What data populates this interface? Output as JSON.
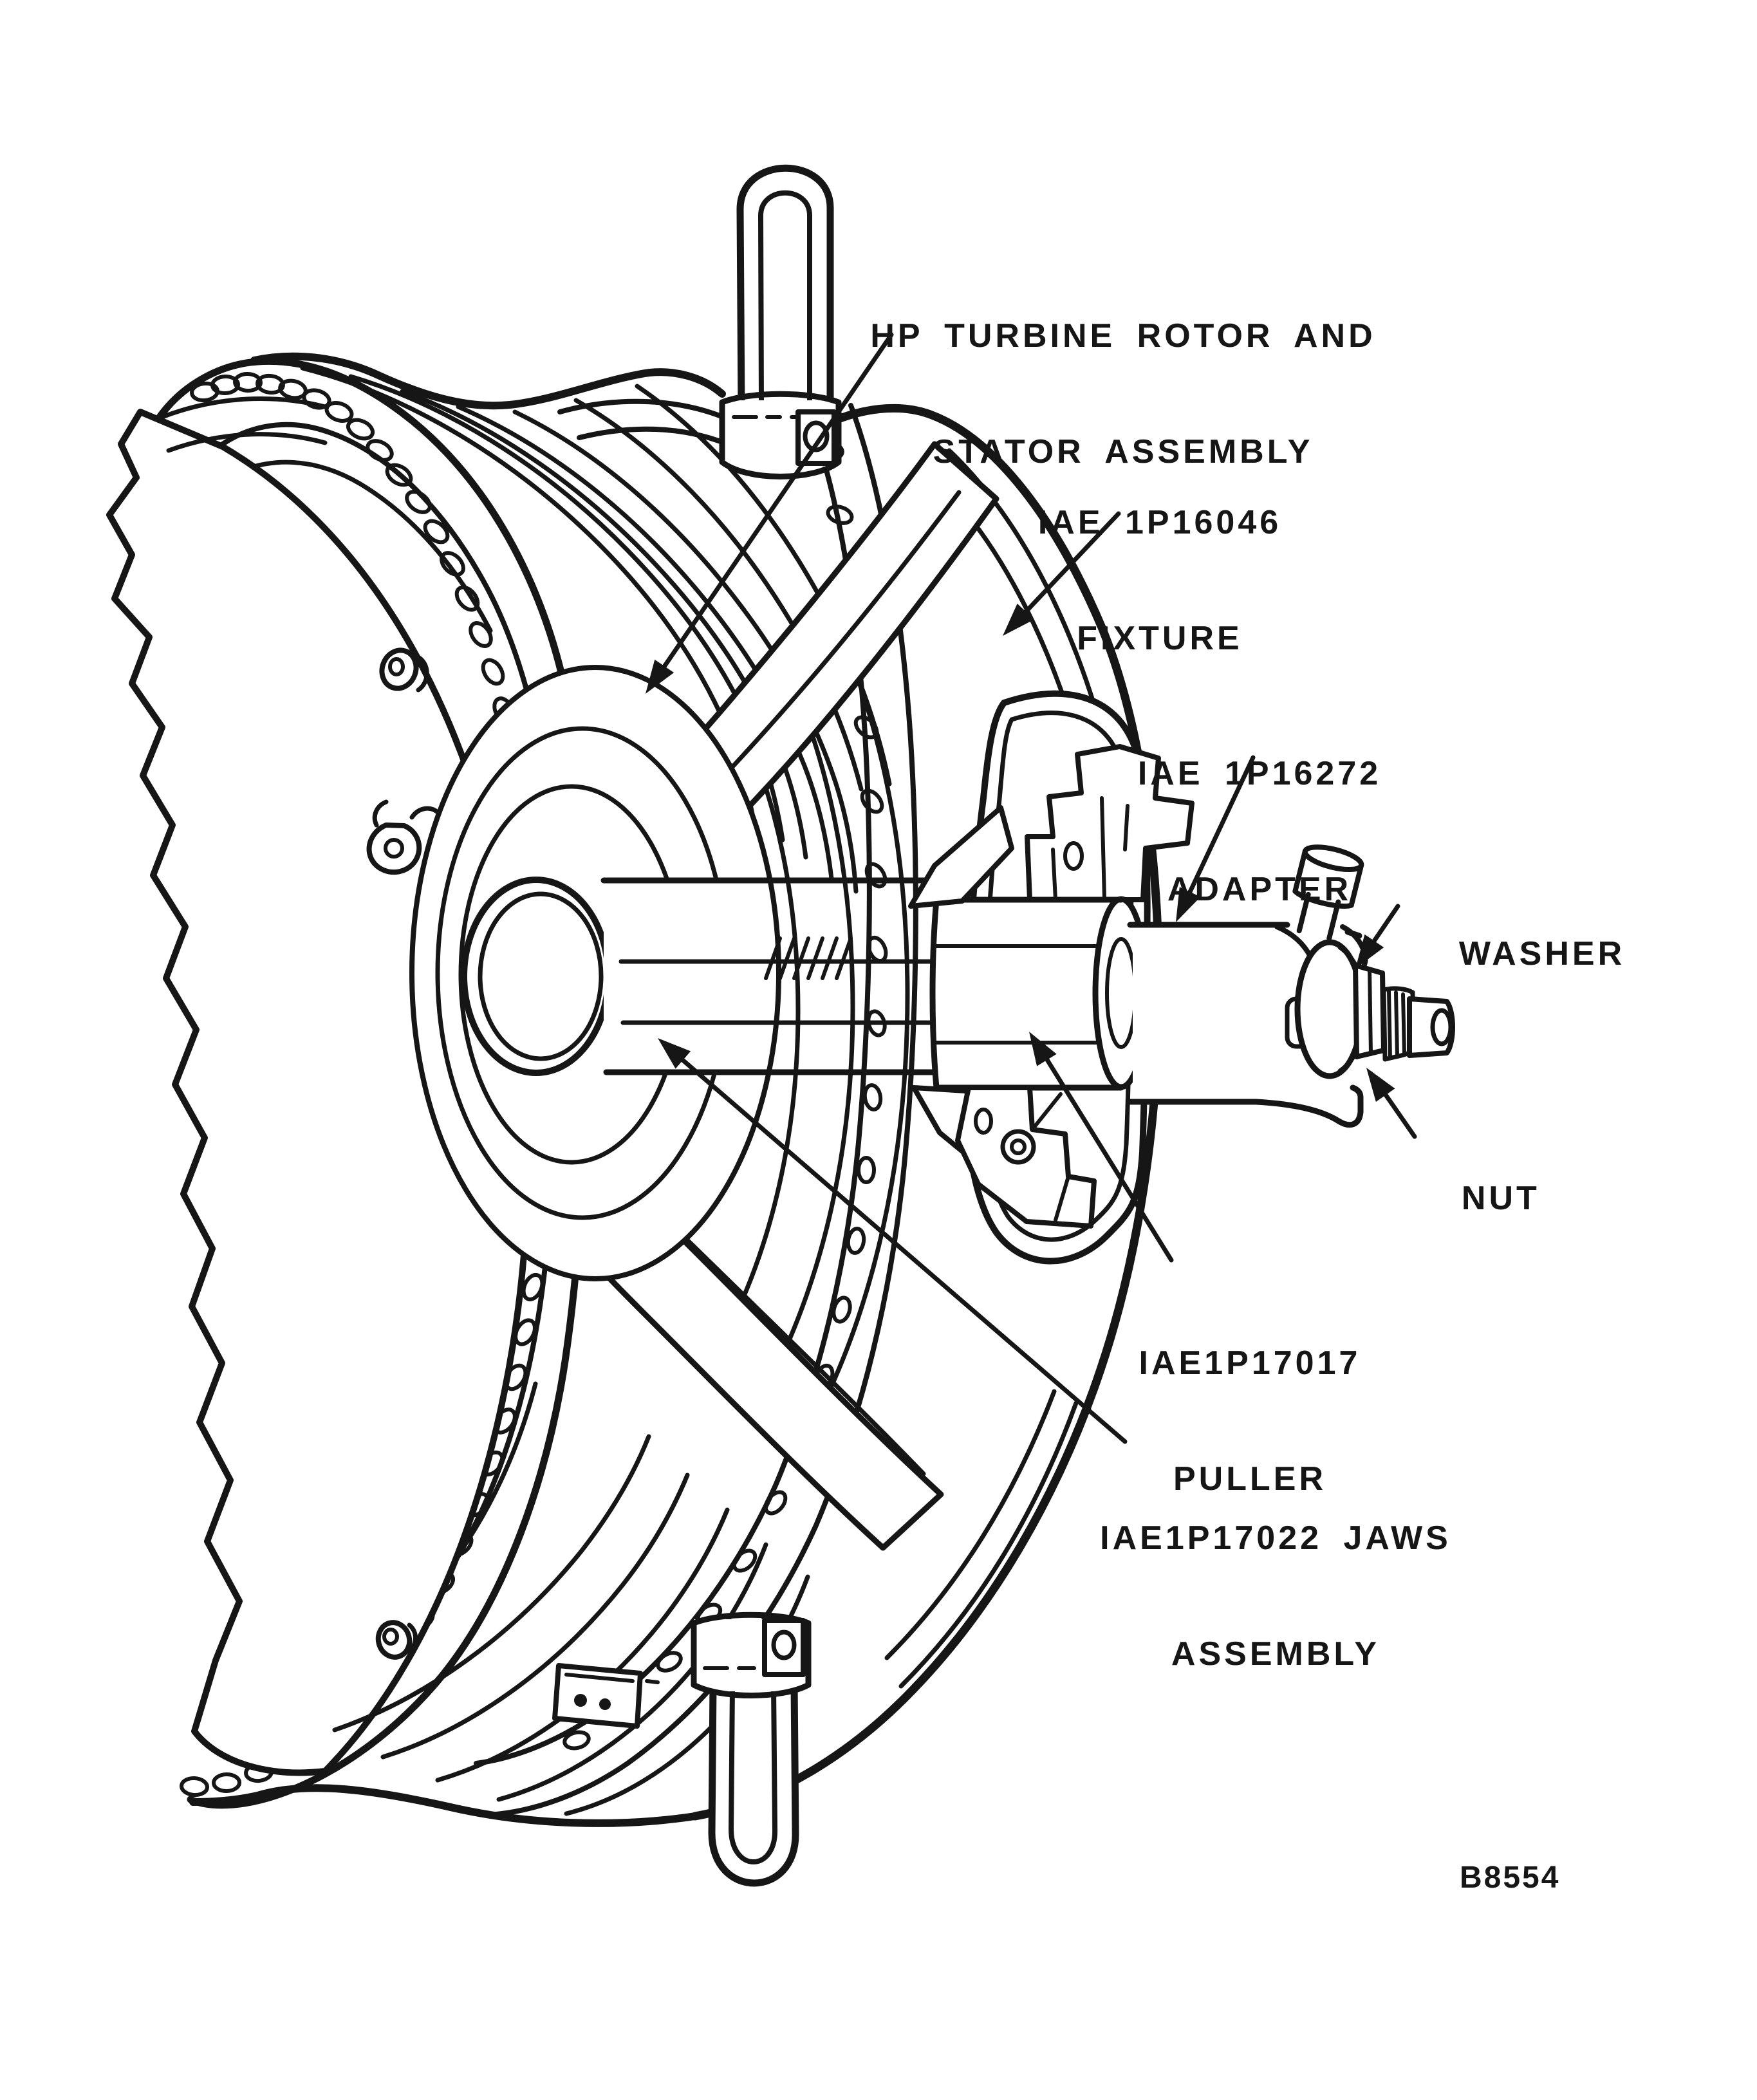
{
  "document": {
    "figure_number": "B8554"
  },
  "colors": {
    "ink": "#161616",
    "paper": "#ffffff"
  },
  "callouts": {
    "hp_turbine": {
      "line1": "HP TURBINE ROTOR AND",
      "line2": "STATOR ASSEMBLY"
    },
    "fixture": {
      "line1": "IAE 1P16046",
      "line2": "FIXTURE"
    },
    "adapter": {
      "line1": "IAE 1P16272",
      "line2": "ADAPTER"
    },
    "washer": {
      "text": "WASHER"
    },
    "nut": {
      "text": "NUT"
    },
    "puller": {
      "line1": "IAE1P17017",
      "line2": "PULLER"
    },
    "jaws": {
      "line1": "IAE1P17022 JAWS",
      "line2": "ASSEMBLY"
    }
  }
}
